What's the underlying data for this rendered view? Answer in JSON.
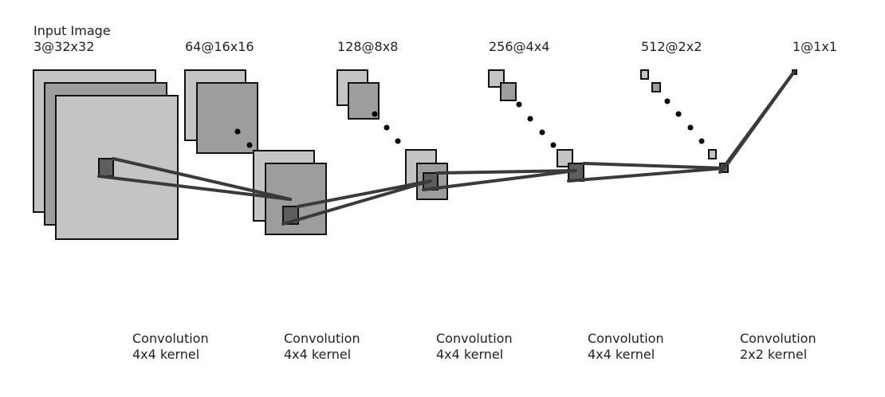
{
  "layers": [
    {
      "line1": "Input Image",
      "line2": "3@32x32"
    },
    {
      "line1": "64@16x16"
    },
    {
      "line1": "128@8x8"
    },
    {
      "line1": "256@4x4"
    },
    {
      "line1": "512@2x2"
    },
    {
      "line1": "1@1x1"
    }
  ],
  "operations": [
    {
      "line1": "Convolution",
      "line2": "4x4 kernel"
    },
    {
      "line1": "Convolution",
      "line2": "4x4 kernel"
    },
    {
      "line1": "Convolution",
      "line2": "4x4 kernel"
    },
    {
      "line1": "Convolution",
      "line2": "4x4 kernel"
    },
    {
      "line1": "Convolution",
      "line2": "2x2 kernel"
    }
  ],
  "colors": {
    "map_light": "#c4c4c4",
    "map_mid": "#9d9d9d",
    "map_dark": "#8c8c8c",
    "kernel": "#5e5e5e",
    "connector": "#3a3a3a"
  }
}
